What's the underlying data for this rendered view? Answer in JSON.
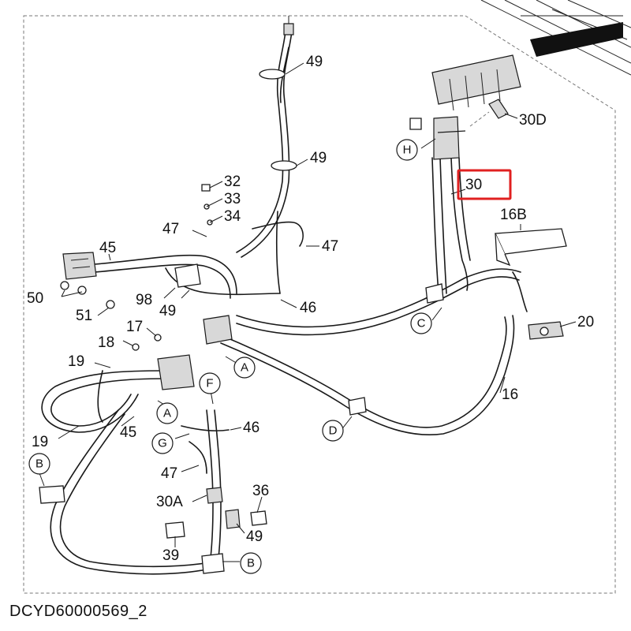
{
  "labels": [
    {
      "id": "l49a",
      "text": "49"
    },
    {
      "id": "l49b",
      "text": "49"
    },
    {
      "id": "l32",
      "text": "32"
    },
    {
      "id": "l33",
      "text": "33"
    },
    {
      "id": "l34",
      "text": "34"
    },
    {
      "id": "l47a",
      "text": "47"
    },
    {
      "id": "l47b",
      "text": "47"
    },
    {
      "id": "l45a",
      "text": "45"
    },
    {
      "id": "l50",
      "text": "50"
    },
    {
      "id": "l98",
      "text": "98"
    },
    {
      "id": "l49c",
      "text": "49"
    },
    {
      "id": "l46a",
      "text": "46"
    },
    {
      "id": "l51",
      "text": "51"
    },
    {
      "id": "l17",
      "text": "17"
    },
    {
      "id": "l18",
      "text": "18"
    },
    {
      "id": "l19a",
      "text": "19"
    },
    {
      "id": "l19b",
      "text": "19"
    },
    {
      "id": "l45b",
      "text": "45"
    },
    {
      "id": "l46b",
      "text": "46"
    },
    {
      "id": "l47c",
      "text": "47"
    },
    {
      "id": "l30A",
      "text": "30A"
    },
    {
      "id": "l36",
      "text": "36"
    },
    {
      "id": "l49d",
      "text": "49"
    },
    {
      "id": "l39",
      "text": "39"
    },
    {
      "id": "l30D",
      "text": "30D"
    },
    {
      "id": "l30",
      "text": "30"
    },
    {
      "id": "l16B",
      "text": "16B"
    },
    {
      "id": "l20",
      "text": "20"
    },
    {
      "id": "l16",
      "text": "16"
    }
  ],
  "callouts": [
    {
      "id": "cH",
      "text": "H"
    },
    {
      "id": "cC",
      "text": "C"
    },
    {
      "id": "cA1",
      "text": "A"
    },
    {
      "id": "cA2",
      "text": "A"
    },
    {
      "id": "cF",
      "text": "F"
    },
    {
      "id": "cG",
      "text": "G"
    },
    {
      "id": "cD",
      "text": "D"
    },
    {
      "id": "cB1",
      "text": "B"
    },
    {
      "id": "cB2",
      "text": "B"
    }
  ],
  "highlighted_part": "30",
  "highlight_color": "#e02020",
  "footer_code": "DCYD60000569_2"
}
